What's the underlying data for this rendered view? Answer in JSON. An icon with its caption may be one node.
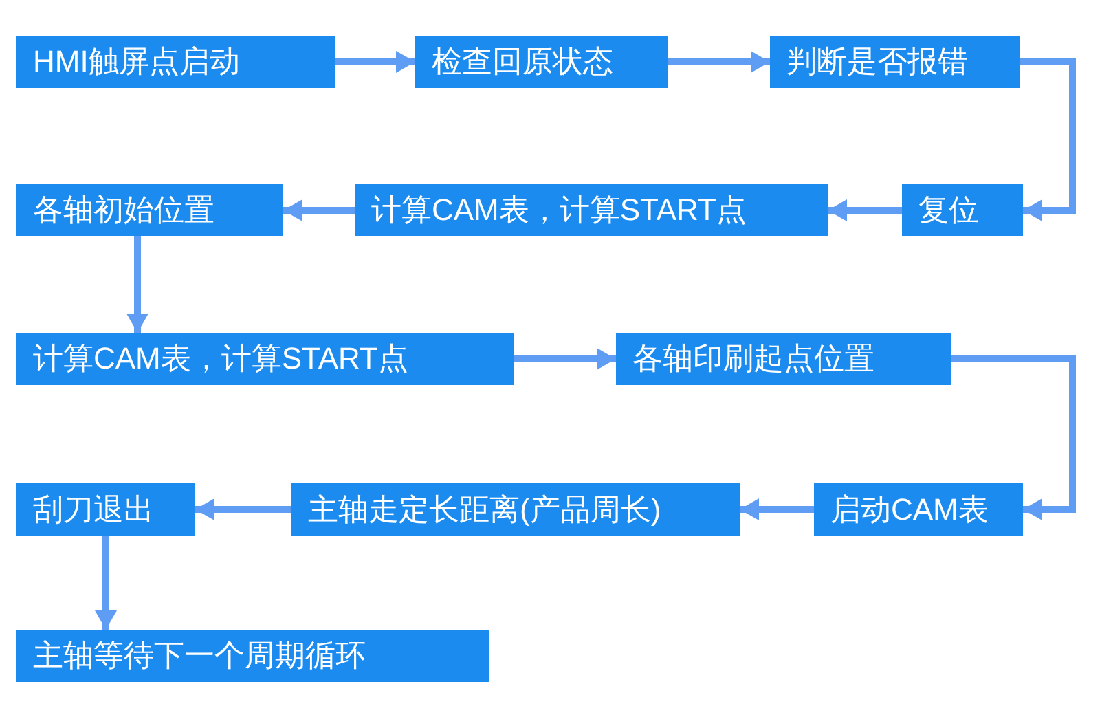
{
  "diagram": {
    "nodes": [
      {
        "text": [
          "HMI触屏点启动"
        ]
      },
      {
        "text": [
          "检查回原状态"
        ]
      },
      {
        "text": [
          "判断是否报错"
        ]
      },
      {
        "text": [
          "复位"
        ]
      },
      {
        "text": [
          "计算CAM表，计算START点"
        ]
      },
      {
        "text": [
          "各轴初始位置"
        ]
      },
      {
        "text": [
          "计算CAM表，计算START点"
        ]
      },
      {
        "text": [
          "各轴印刷起点位置"
        ]
      },
      {
        "text": [
          "启动CAM表"
        ]
      },
      {
        "text": [
          "主轴走定长距离(产品周长)"
        ]
      },
      {
        "text": [
          "刮刀退出"
        ]
      },
      {
        "text": [
          "主轴等待下一个周期循环"
        ]
      }
    ],
    "edges": [
      {
        "from": 0,
        "to": 1,
        "arrow": "to"
      },
      {
        "from": 1,
        "to": 2,
        "arrow": "to"
      },
      {
        "from": 2,
        "to": 3,
        "arrow": "to"
      },
      {
        "from": 3,
        "to": 4,
        "arrow": "to"
      },
      {
        "from": 4,
        "to": 5,
        "arrow": "to"
      },
      {
        "from": 5,
        "to": 6,
        "arrow": "to"
      },
      {
        "from": 6,
        "to": 7,
        "arrow": "to"
      },
      {
        "from": 7,
        "to": 8,
        "arrow": "to"
      },
      {
        "from": 8,
        "to": 9,
        "arrow": "to"
      },
      {
        "from": 9,
        "to": 10,
        "arrow": "to"
      },
      {
        "from": 10,
        "to": 11,
        "arrow": "to"
      }
    ]
  }
}
